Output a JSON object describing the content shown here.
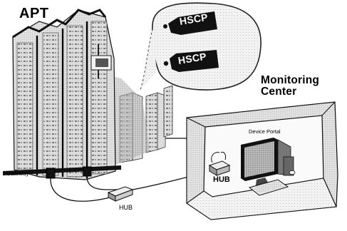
{
  "labels": {
    "apt": "APT",
    "monitoring_line1": "Monitoring",
    "monitoring_line2": "Center",
    "device_portal": "Device Portal",
    "gateway": "Gateway",
    "hub_network": "HUB",
    "hub_room": "HUB"
  },
  "callout": {
    "tags": [
      "HSCP",
      "HSCP"
    ]
  },
  "icons": [
    "apartment-buildings",
    "gateway-box",
    "hub-box",
    "computer-monitor",
    "keyboard",
    "mouse",
    "hscp-module"
  ]
}
